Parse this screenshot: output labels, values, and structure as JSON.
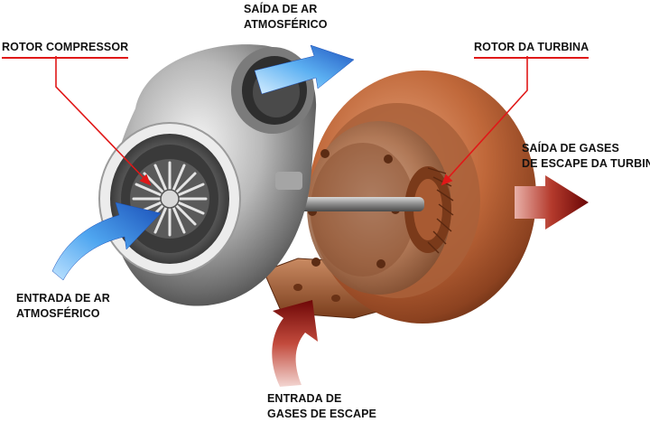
{
  "labels": {
    "saida_ar": [
      "SAÍDA DE AR",
      "ATMOSFÉRICO"
    ],
    "rotor_compressor": "ROTOR COMPRESSOR",
    "rotor_turbina": "ROTOR DA TURBINA",
    "saida_gases": [
      "SAÍDA DE GASES",
      "DE ESCAPE DA TURBINA"
    ],
    "entrada_ar": [
      "ENTRADA DE AR",
      "ATMOSFÉRICO"
    ],
    "entrada_gases": [
      "ENTRADA DE",
      "GASES DE ESCAPE"
    ]
  },
  "colors": {
    "leader_line": "#e01818",
    "cold_arrow": "#2f7fd8",
    "hot_arrow": "#8a0c0c",
    "turbine_housing": "#c0683a",
    "compressor_housing": "#9a9a9a"
  }
}
